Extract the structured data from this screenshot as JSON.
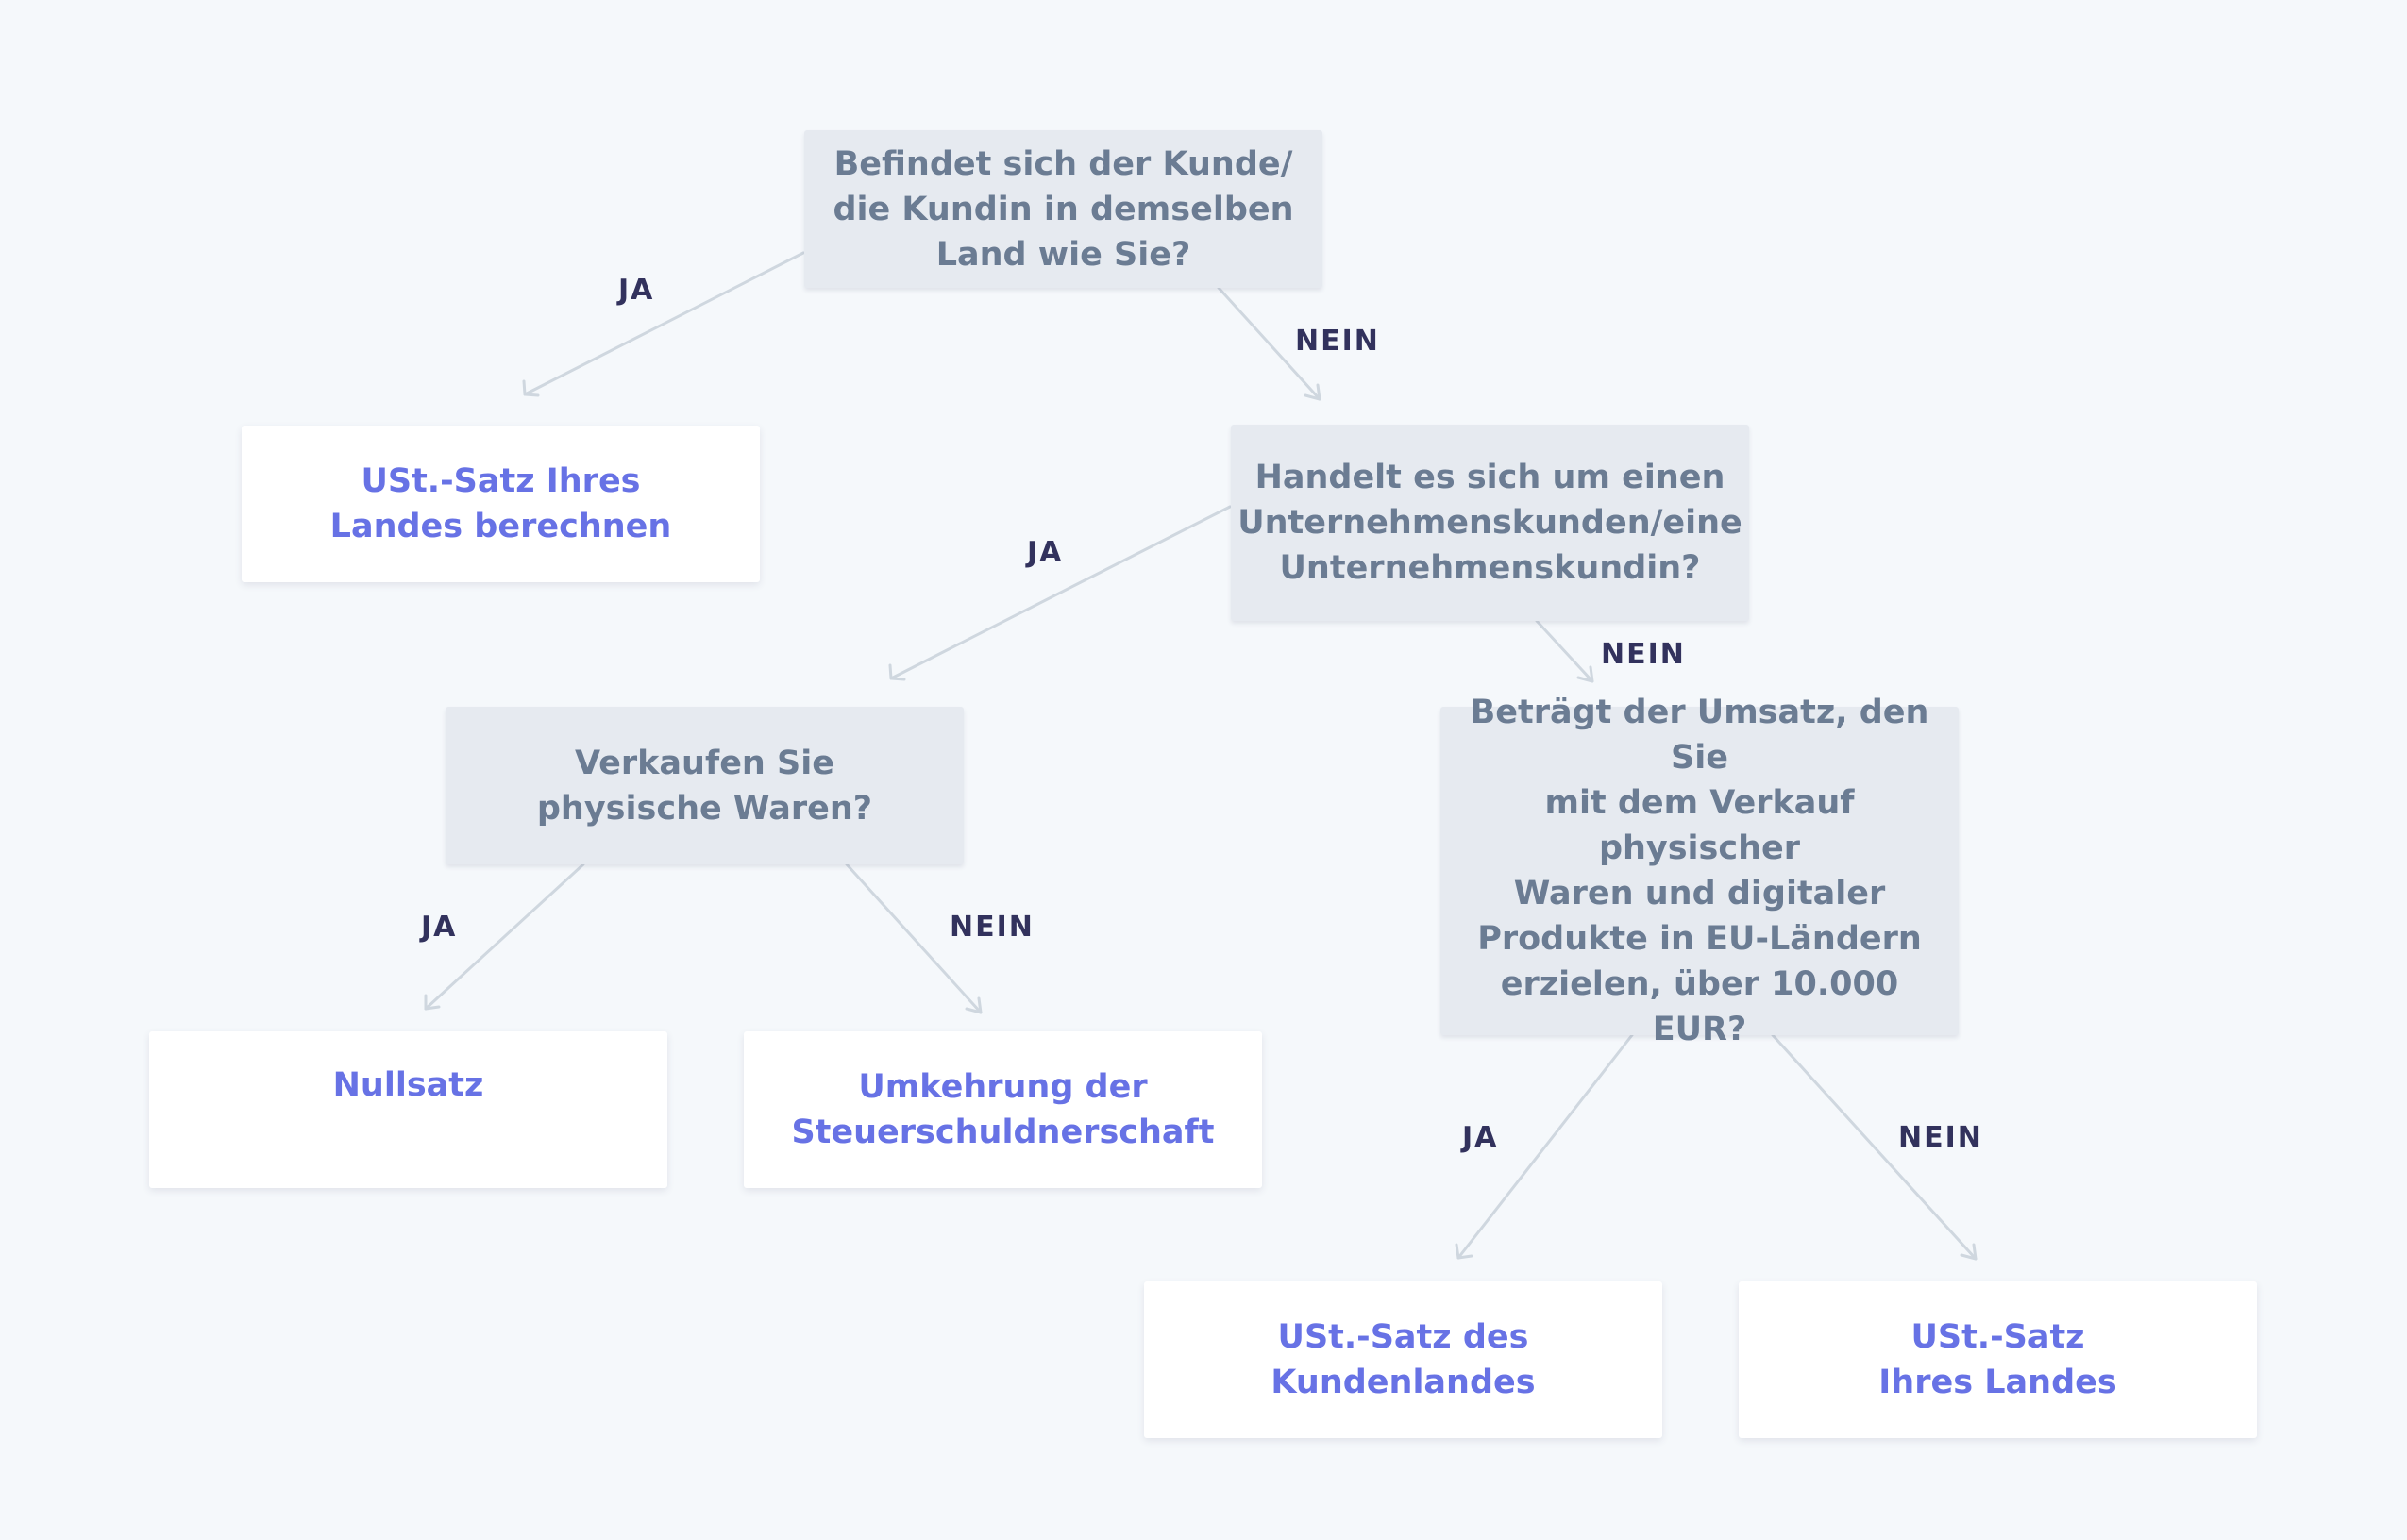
{
  "nodes": {
    "q_same_country": "Befindet sich der Kunde/\ndie Kundin in demselben\nLand wie Sie?",
    "a_own_rate_1": "USt.-Satz Ihres\nLandes berechnen",
    "q_business": "Handelt es sich um einen\nUnternehmenskunden/eine\nUnternehmenskundin?",
    "q_physical": "Verkaufen Sie\nphysische Waren?",
    "q_threshold": "Beträgt der Umsatz, den Sie\nmit dem Verkauf physischer\nWaren und digitaler\nProdukte in EU-Ländern\nerzielen, über 10.000 EUR?",
    "a_zero": "Nullsatz",
    "a_reverse": "Umkehrung der\nSteuerschuldnerschaft",
    "a_customer_rate": "USt.-Satz des\nKundenlandes",
    "a_own_rate_2": "USt.-Satz\nIhres Landes"
  },
  "labels": {
    "yes": "JA",
    "no": "NEIN"
  },
  "colors": {
    "background": "#f5f8fb",
    "question_box": "#e6eaf0",
    "question_text": "#6b7c93",
    "answer_box": "#ffffff",
    "answer_text": "#6772e5",
    "edge_label": "#32325d",
    "connector": "#cfd7df"
  }
}
